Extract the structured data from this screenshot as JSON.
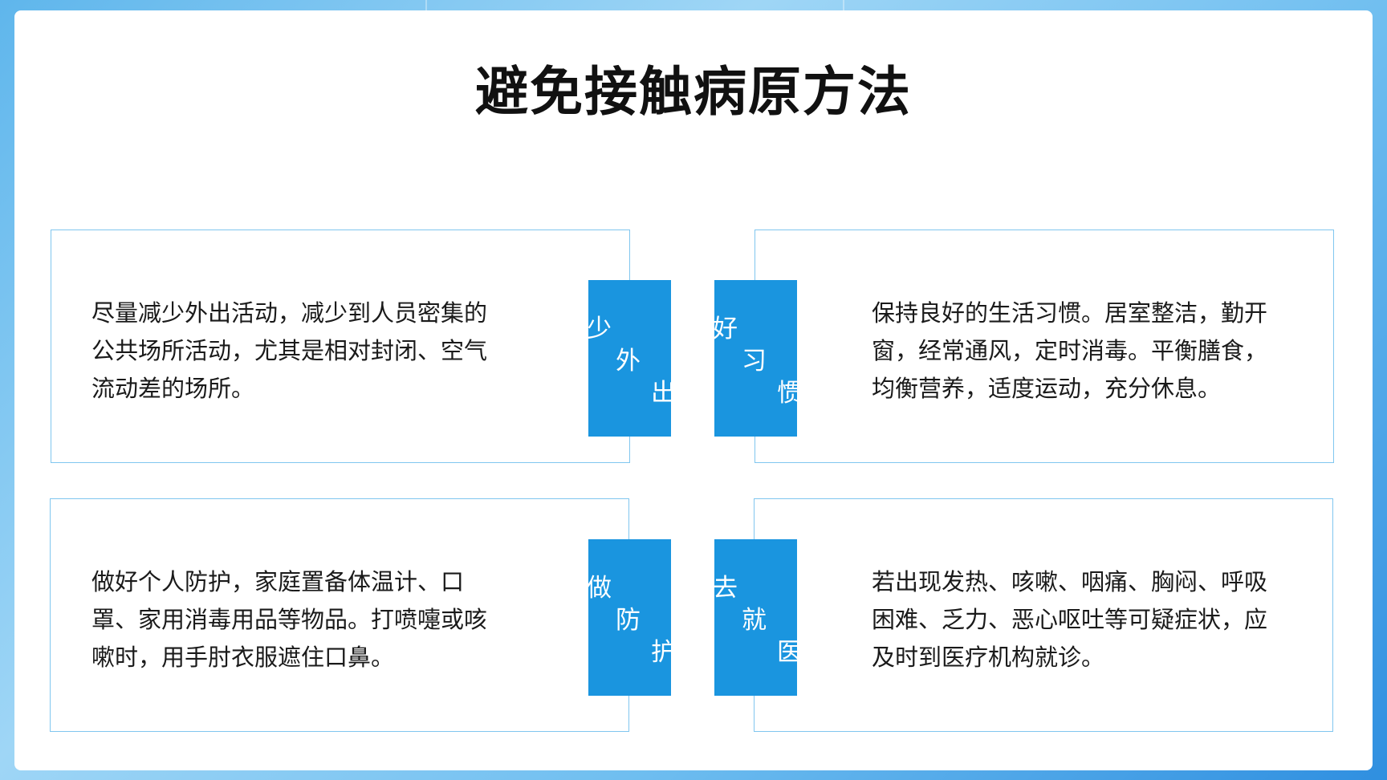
{
  "title": "避免接触病原方法",
  "cards": [
    {
      "text": "尽量减少外出活动，减少到人员密集的公共场所活动，尤其是相对封闭、空气流动差的场所。",
      "tag": [
        "少",
        "外",
        "出"
      ]
    },
    {
      "text": "保持良好的生活习惯。居室整洁，勤开窗，经常通风，定时消毒。平衡膳食，均衡营养，适度运动，充分休息。",
      "tag": [
        "好",
        "习",
        "惯"
      ]
    },
    {
      "text": "做好个人防护，家庭置备体温计、口罩、家用消毒用品等物品。打喷嚏或咳嗽时，用手肘衣服遮住口鼻。",
      "tag": [
        "做",
        "防",
        "护"
      ]
    },
    {
      "text": "若出现发热、咳嗽、咽痛、胸闷、呼吸困难、乏力、恶心呕吐等可疑症状，应及时到医疗机构就诊。",
      "tag": [
        "去",
        "就",
        "医"
      ]
    }
  ],
  "colors": {
    "accent": "#1a95df",
    "card_border": "#80c6ef",
    "title": "#111111",
    "body_text": "#1a1a1a"
  }
}
